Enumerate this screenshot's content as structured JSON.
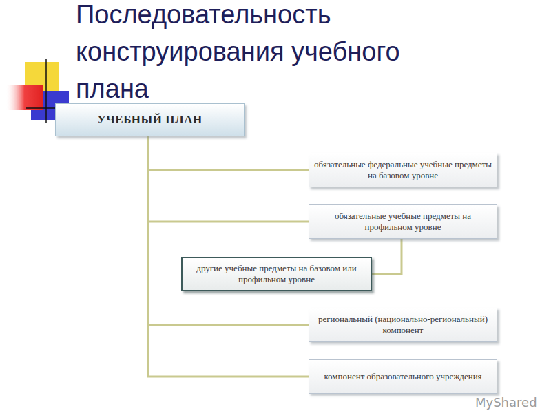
{
  "diagram": {
    "title": "Последовательность конструирования учебного плана",
    "nodes": [
      {
        "text": [
          "УЧЕБНЫЙ ПЛАН"
        ]
      },
      {
        "text": [
          "обязательные федеральные учебные предметы на базовом уровне"
        ]
      },
      {
        "text": [
          "обязательные учебные предметы на профильном уровне"
        ]
      },
      {
        "text": [
          "другие учебные предметы на базовом или профильном уровне"
        ]
      },
      {
        "text": [
          "региональный (национально-региональный) компонент"
        ]
      },
      {
        "text": [
          "компонент образовательного учреждения"
        ]
      }
    ],
    "edges": [
      {
        "from": 0,
        "to": 1,
        "arrow": "none"
      },
      {
        "from": 0,
        "to": 2,
        "arrow": "none"
      },
      {
        "from": 2,
        "to": 3,
        "arrow": "none"
      },
      {
        "from": 0,
        "to": 4,
        "arrow": "none"
      },
      {
        "from": 0,
        "to": 5,
        "arrow": "none"
      }
    ],
    "labels": [
      "MyShared"
    ]
  }
}
